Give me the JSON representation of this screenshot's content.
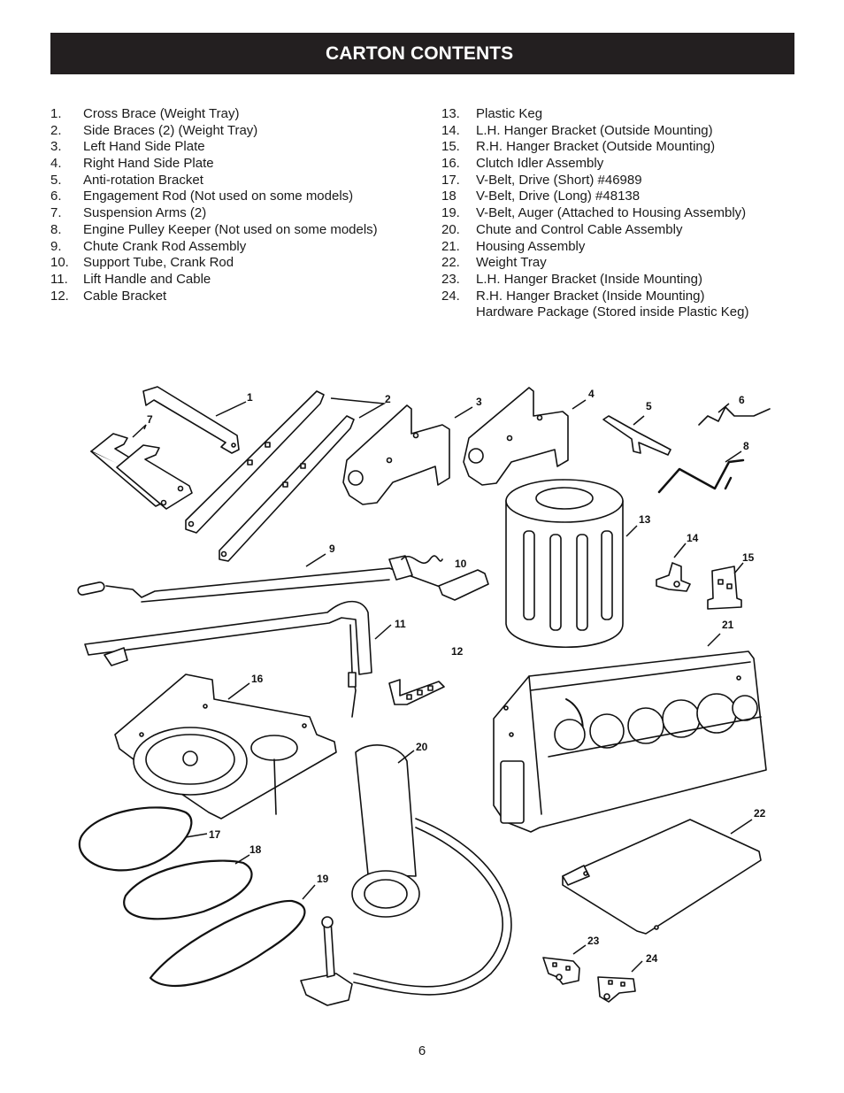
{
  "header": {
    "title": "CARTON CONTENTS"
  },
  "list_left": [
    {
      "num": "1.",
      "text": "Cross Brace (Weight Tray)"
    },
    {
      "num": "2.",
      "text": "Side Braces (2) (Weight Tray)"
    },
    {
      "num": "3.",
      "text": "Left Hand Side Plate"
    },
    {
      "num": "4.",
      "text": "Right Hand Side Plate"
    },
    {
      "num": "5.",
      "text": "Anti-rotation Bracket"
    },
    {
      "num": "6.",
      "text": "Engagement Rod (Not used on some models)"
    },
    {
      "num": "7.",
      "text": "Suspension Arms (2)"
    },
    {
      "num": "8.",
      "text": "Engine Pulley Keeper (Not used on some models)"
    },
    {
      "num": "9.",
      "text": "Chute Crank Rod Assembly"
    },
    {
      "num": "10.",
      "text": "Support Tube, Crank Rod"
    },
    {
      "num": "11.",
      "text": "Lift Handle and Cable"
    },
    {
      "num": "12.",
      "text": "Cable Bracket"
    }
  ],
  "list_right": [
    {
      "num": "13.",
      "text": "Plastic Keg"
    },
    {
      "num": "14.",
      "text": "L.H. Hanger Bracket (Outside Mounting)"
    },
    {
      "num": "15.",
      "text": "R.H. Hanger Bracket (Outside Mounting)"
    },
    {
      "num": "16.",
      "text": "Clutch Idler Assembly"
    },
    {
      "num": "17.",
      "text": "V-Belt, Drive (Short) #46989"
    },
    {
      "num": "18",
      "text": "V-Belt, Drive (Long) #48138"
    },
    {
      "num": "19.",
      "text": "V-Belt, Auger (Attached to Housing Assembly)"
    },
    {
      "num": "20.",
      "text": "Chute and Control Cable Assembly"
    },
    {
      "num": "21.",
      "text": "Housing Assembly"
    },
    {
      "num": "22.",
      "text": "Weight Tray"
    },
    {
      "num": "23.",
      "text": "L.H. Hanger Bracket (Inside Mounting)"
    },
    {
      "num": "24.",
      "text": "R.H. Hanger Bracket (Inside Mounting)"
    },
    {
      "num": "",
      "text": "Hardware Package (Stored inside Plastic Keg)"
    }
  ],
  "callouts": {
    "c1": "1",
    "c2": "2",
    "c3": "3",
    "c4": "4",
    "c5": "5",
    "c6": "6",
    "c7": "7",
    "c8": "8",
    "c9": "9",
    "c10": "10",
    "c11": "11",
    "c12": "12",
    "c13": "13",
    "c14": "14",
    "c15": "15",
    "c16": "16",
    "c17": "17",
    "c18": "18",
    "c19": "19",
    "c20": "20",
    "c21": "21",
    "c22": "22",
    "c23": "23",
    "c24": "24"
  },
  "footer": {
    "page_number": "6"
  }
}
